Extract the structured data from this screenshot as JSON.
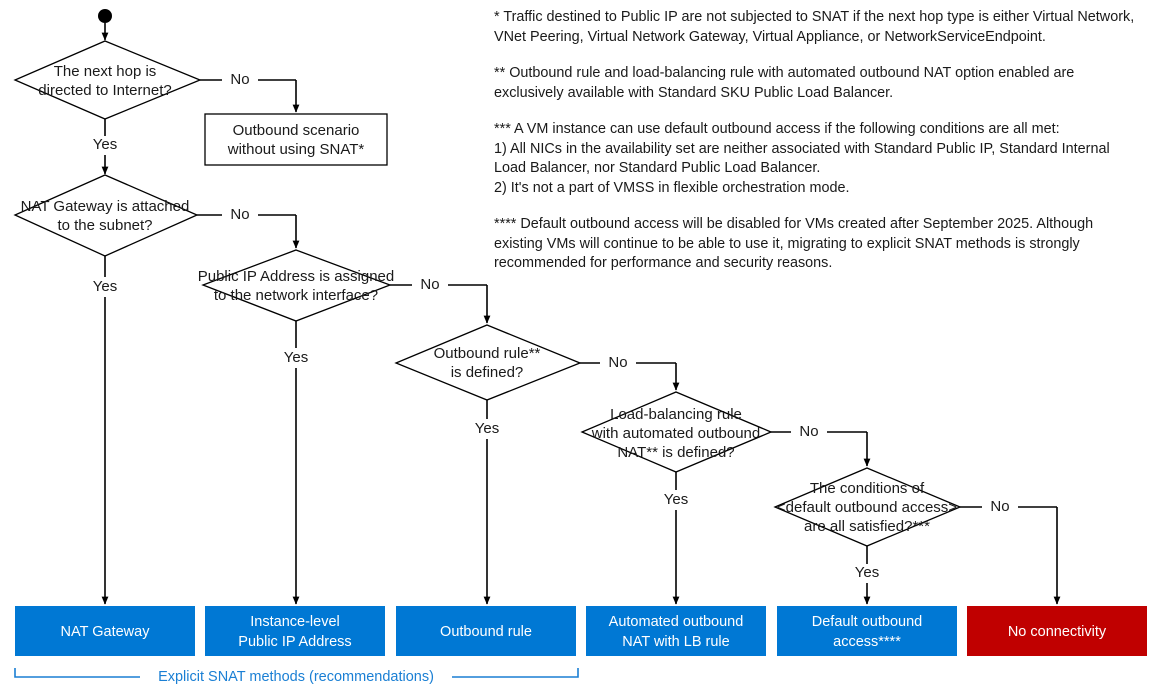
{
  "diagram": {
    "title": "Azure outbound connectivity SNAT decision flowchart",
    "colors": {
      "terminal_blue": "#0078D4",
      "terminal_red": "#C00000",
      "bracket_blue": "#1A7FD4",
      "line_black": "#000000",
      "text_black": "#1A1A1A"
    },
    "start_node": {
      "name": "start-dot"
    },
    "decisions": [
      {
        "id": "d1",
        "lines": [
          "The next hop is",
          "directed to Internet?"
        ],
        "yes_label": "Yes",
        "no_label": "No"
      },
      {
        "id": "d2",
        "lines": [
          "NAT Gateway is attached",
          "to the subnet?"
        ],
        "yes_label": "Yes",
        "no_label": "No"
      },
      {
        "id": "d3",
        "lines": [
          "Public IP Address is assigned",
          "to the network interface?"
        ],
        "yes_label": "Yes",
        "no_label": "No"
      },
      {
        "id": "d4",
        "lines": [
          "Outbound rule** ",
          "is defined?"
        ],
        "yes_label": "Yes",
        "no_label": "No"
      },
      {
        "id": "d5",
        "lines": [
          "Load-balancing rule",
          "with automated outbound",
          "NAT** is defined?"
        ],
        "yes_label": "Yes",
        "no_label": "No"
      },
      {
        "id": "d6",
        "lines": [
          "The conditions of",
          "<default outbound access>",
          "are all satisfied?***"
        ],
        "yes_label": "Yes",
        "no_label": "No"
      }
    ],
    "process_box": {
      "id": "p1",
      "lines": [
        "Outbound scenario",
        "without using SNAT*"
      ]
    },
    "terminals": [
      {
        "id": "t1",
        "lines": [
          "NAT Gateway"
        ],
        "color": "#0078D4"
      },
      {
        "id": "t2",
        "lines": [
          "Instance-level",
          "Public IP Address"
        ],
        "color": "#0078D4"
      },
      {
        "id": "t3",
        "lines": [
          "Outbound rule"
        ],
        "color": "#0078D4"
      },
      {
        "id": "t4",
        "lines": [
          "Automated outbound",
          "NAT with LB rule"
        ],
        "color": "#0078D4"
      },
      {
        "id": "t5",
        "lines": [
          "Default outbound",
          "access****"
        ],
        "color": "#0078D4"
      },
      {
        "id": "t6",
        "lines": [
          "No connectivity"
        ],
        "color": "#C00000"
      }
    ],
    "bracket": {
      "label": "Explicit SNAT methods (recommendations)"
    },
    "edge_labels": {
      "yes": "Yes",
      "no": "No"
    }
  },
  "notes": [
    "* Traffic destined to Public IP are not subjected to SNAT if the next hop type is either Virtual Network, VNet Peering, Virtual Network Gateway, Virtual Appliance, or NetworkServiceEndpoint.",
    "** Outbound rule and load-balancing rule with automated outbound NAT option enabled are exclusively available with Standard SKU Public Load Balancer.",
    "*** A VM instance can use default outbound access if the following conditions are all met:\n1) All NICs in the availability set are neither associated with Standard Public IP, Standard Internal Load Balancer, nor Standard Public Load Balancer.\n2) It's not a part of VMSS in flexible orchestration mode.",
    "**** Default outbound access will be disabled for VMs created after September 2025. Although existing VMs will continue to be able to use it, migrating to explicit SNAT methods is strongly recommended for performance and security reasons."
  ]
}
